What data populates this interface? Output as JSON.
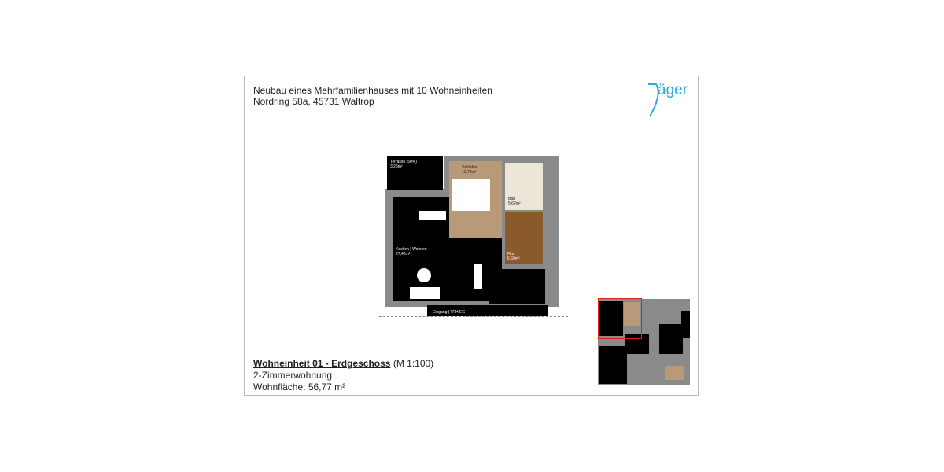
{
  "header": {
    "line1": "Neubau eines Mehrfamilienhauses mit 10 Wohneinheiten",
    "line2": "Nordring 58a, 45731 Waltrop"
  },
  "logo": {
    "text": "äger",
    "color": "#29a9e0"
  },
  "plan": {
    "rooms": [
      {
        "name": "Terrasse (50%)",
        "area": "3,25m²"
      },
      {
        "name": "Schlafen",
        "area": "13,79m²"
      },
      {
        "name": "Bad",
        "area": "5,62m²"
      },
      {
        "name": "Kochen | Wohnen",
        "area": "27,42m²"
      },
      {
        "name": "Flur",
        "area": "6,69m²"
      }
    ],
    "entrance": "Eingang | TRH EG"
  },
  "caption": {
    "title": "Wohneinheit 01 - Erdgeschoss",
    "scale": "(M 1:100)",
    "type": "2-Zimmerwohnung",
    "area": "Wohnfläche: 56,77 m²"
  },
  "colors": {
    "highlight": "#e02020"
  }
}
